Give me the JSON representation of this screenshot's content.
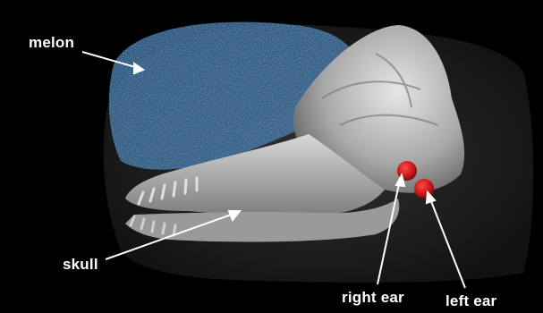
{
  "labels": {
    "melon": "melon",
    "skull": "skull",
    "right_ear": "right ear",
    "left_ear": "left ear"
  },
  "colors": {
    "background": "#000000",
    "melon": "#2f5f8e",
    "bone": "#c8c8c8",
    "ear": "#c8181c",
    "label_text": "#ffffff"
  }
}
